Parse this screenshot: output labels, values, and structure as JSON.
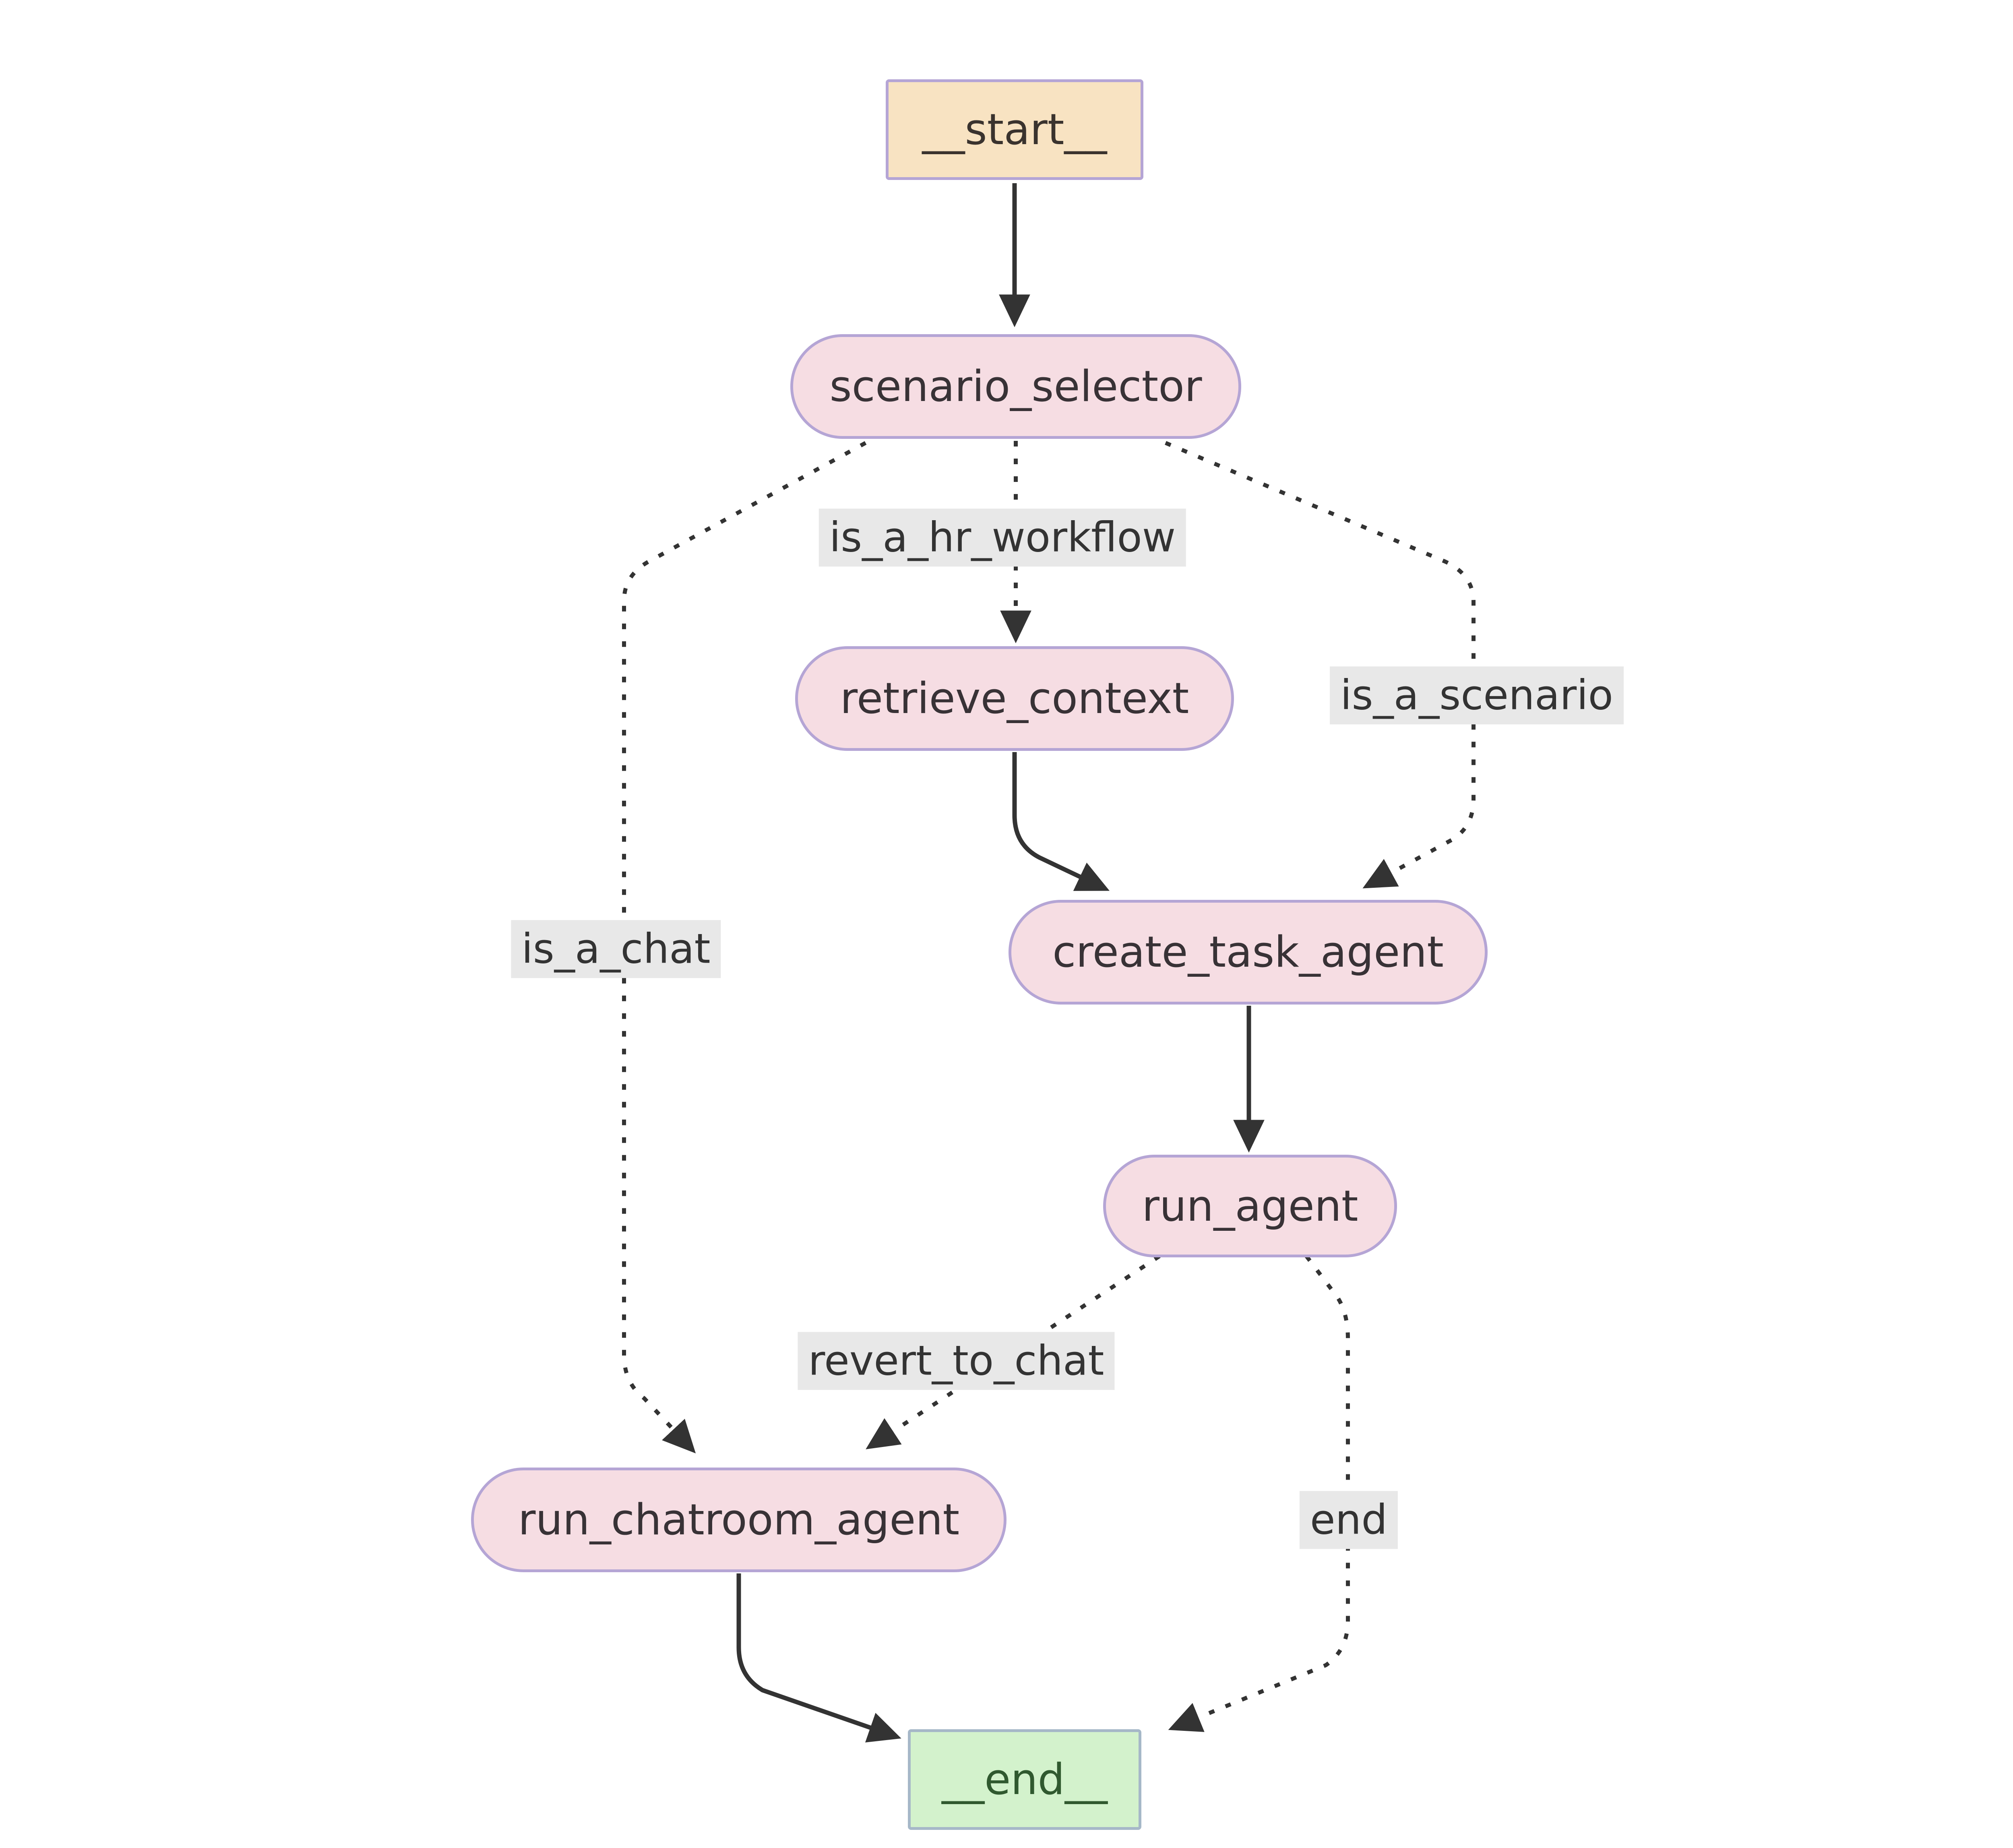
{
  "diagram": {
    "type": "flowchart",
    "direction": "top-down",
    "nodes": {
      "start": {
        "id": "__start__",
        "label": "__start__",
        "shape": "rectangle"
      },
      "scenario_selector": {
        "id": "scenario_selector",
        "label": "scenario_selector",
        "shape": "stadium"
      },
      "retrieve_context": {
        "id": "retrieve_context",
        "label": "retrieve_context",
        "shape": "stadium"
      },
      "create_task_agent": {
        "id": "create_task_agent",
        "label": "create_task_agent",
        "shape": "stadium"
      },
      "run_agent": {
        "id": "run_agent",
        "label": "run_agent",
        "shape": "stadium"
      },
      "run_chatroom_agent": {
        "id": "run_chatroom_agent",
        "label": "run_chatroom_agent",
        "shape": "stadium"
      },
      "end": {
        "id": "__end__",
        "label": "__end__",
        "shape": "rectangle"
      }
    },
    "edges": [
      {
        "from": "__start__",
        "to": "scenario_selector",
        "style": "solid",
        "label": ""
      },
      {
        "from": "scenario_selector",
        "to": "retrieve_context",
        "style": "dotted",
        "label": "is_a_hr_workflow"
      },
      {
        "from": "scenario_selector",
        "to": "create_task_agent",
        "style": "dotted",
        "label": "is_a_scenario"
      },
      {
        "from": "scenario_selector",
        "to": "run_chatroom_agent",
        "style": "dotted",
        "label": "is_a_chat"
      },
      {
        "from": "retrieve_context",
        "to": "create_task_agent",
        "style": "solid",
        "label": ""
      },
      {
        "from": "create_task_agent",
        "to": "run_agent",
        "style": "solid",
        "label": ""
      },
      {
        "from": "run_agent",
        "to": "run_chatroom_agent",
        "style": "dotted",
        "label": "revert_to_chat"
      },
      {
        "from": "run_agent",
        "to": "__end__",
        "style": "dotted",
        "label": "end"
      },
      {
        "from": "run_chatroom_agent",
        "to": "__end__",
        "style": "solid",
        "label": ""
      }
    ],
    "colors": {
      "node_fill": "#f6dde3",
      "node_border": "#b5a5d5",
      "node_text": "#383236",
      "start_fill": "#f8e3c2",
      "start_border": "#b5a5d5",
      "end_fill": "#d3f2cc",
      "end_border": "#a6b8c8",
      "end_text": "#30592f",
      "edge_color": "#333333",
      "edge_label_bg": "#e8e8e8",
      "edge_label_text": "#333333",
      "background": "#ffffff"
    }
  }
}
